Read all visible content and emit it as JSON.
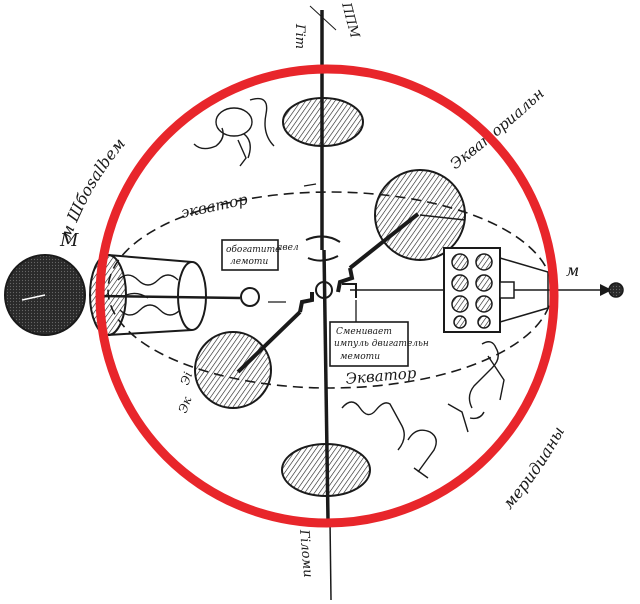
{
  "colors": {
    "paper": "#ffffff",
    "ink": "#1a1a1a",
    "circle": "#e8262b"
  },
  "labels": {
    "top": "Гіт",
    "top_upper": "ППМ",
    "top_left_arc": "м Шбоsalbeм",
    "left_m": "М",
    "right_m": "м",
    "upper_right_arc": "Экваториальн",
    "upper_ellipse": "экватор",
    "lower_ellipse": "Экватор",
    "box_left_top": "авел",
    "box_left_line1": "обогатите",
    "box_left_line2": "лемоти",
    "box_center_line1": "Сменивает",
    "box_center_line2": "импуль двигательн",
    "box_center_line3": "мемоти",
    "lower_left_top": "Эі",
    "lower_left_bottom": "Эк",
    "bottom": "Гіломи",
    "bottom_right_arc": "меридианы"
  }
}
